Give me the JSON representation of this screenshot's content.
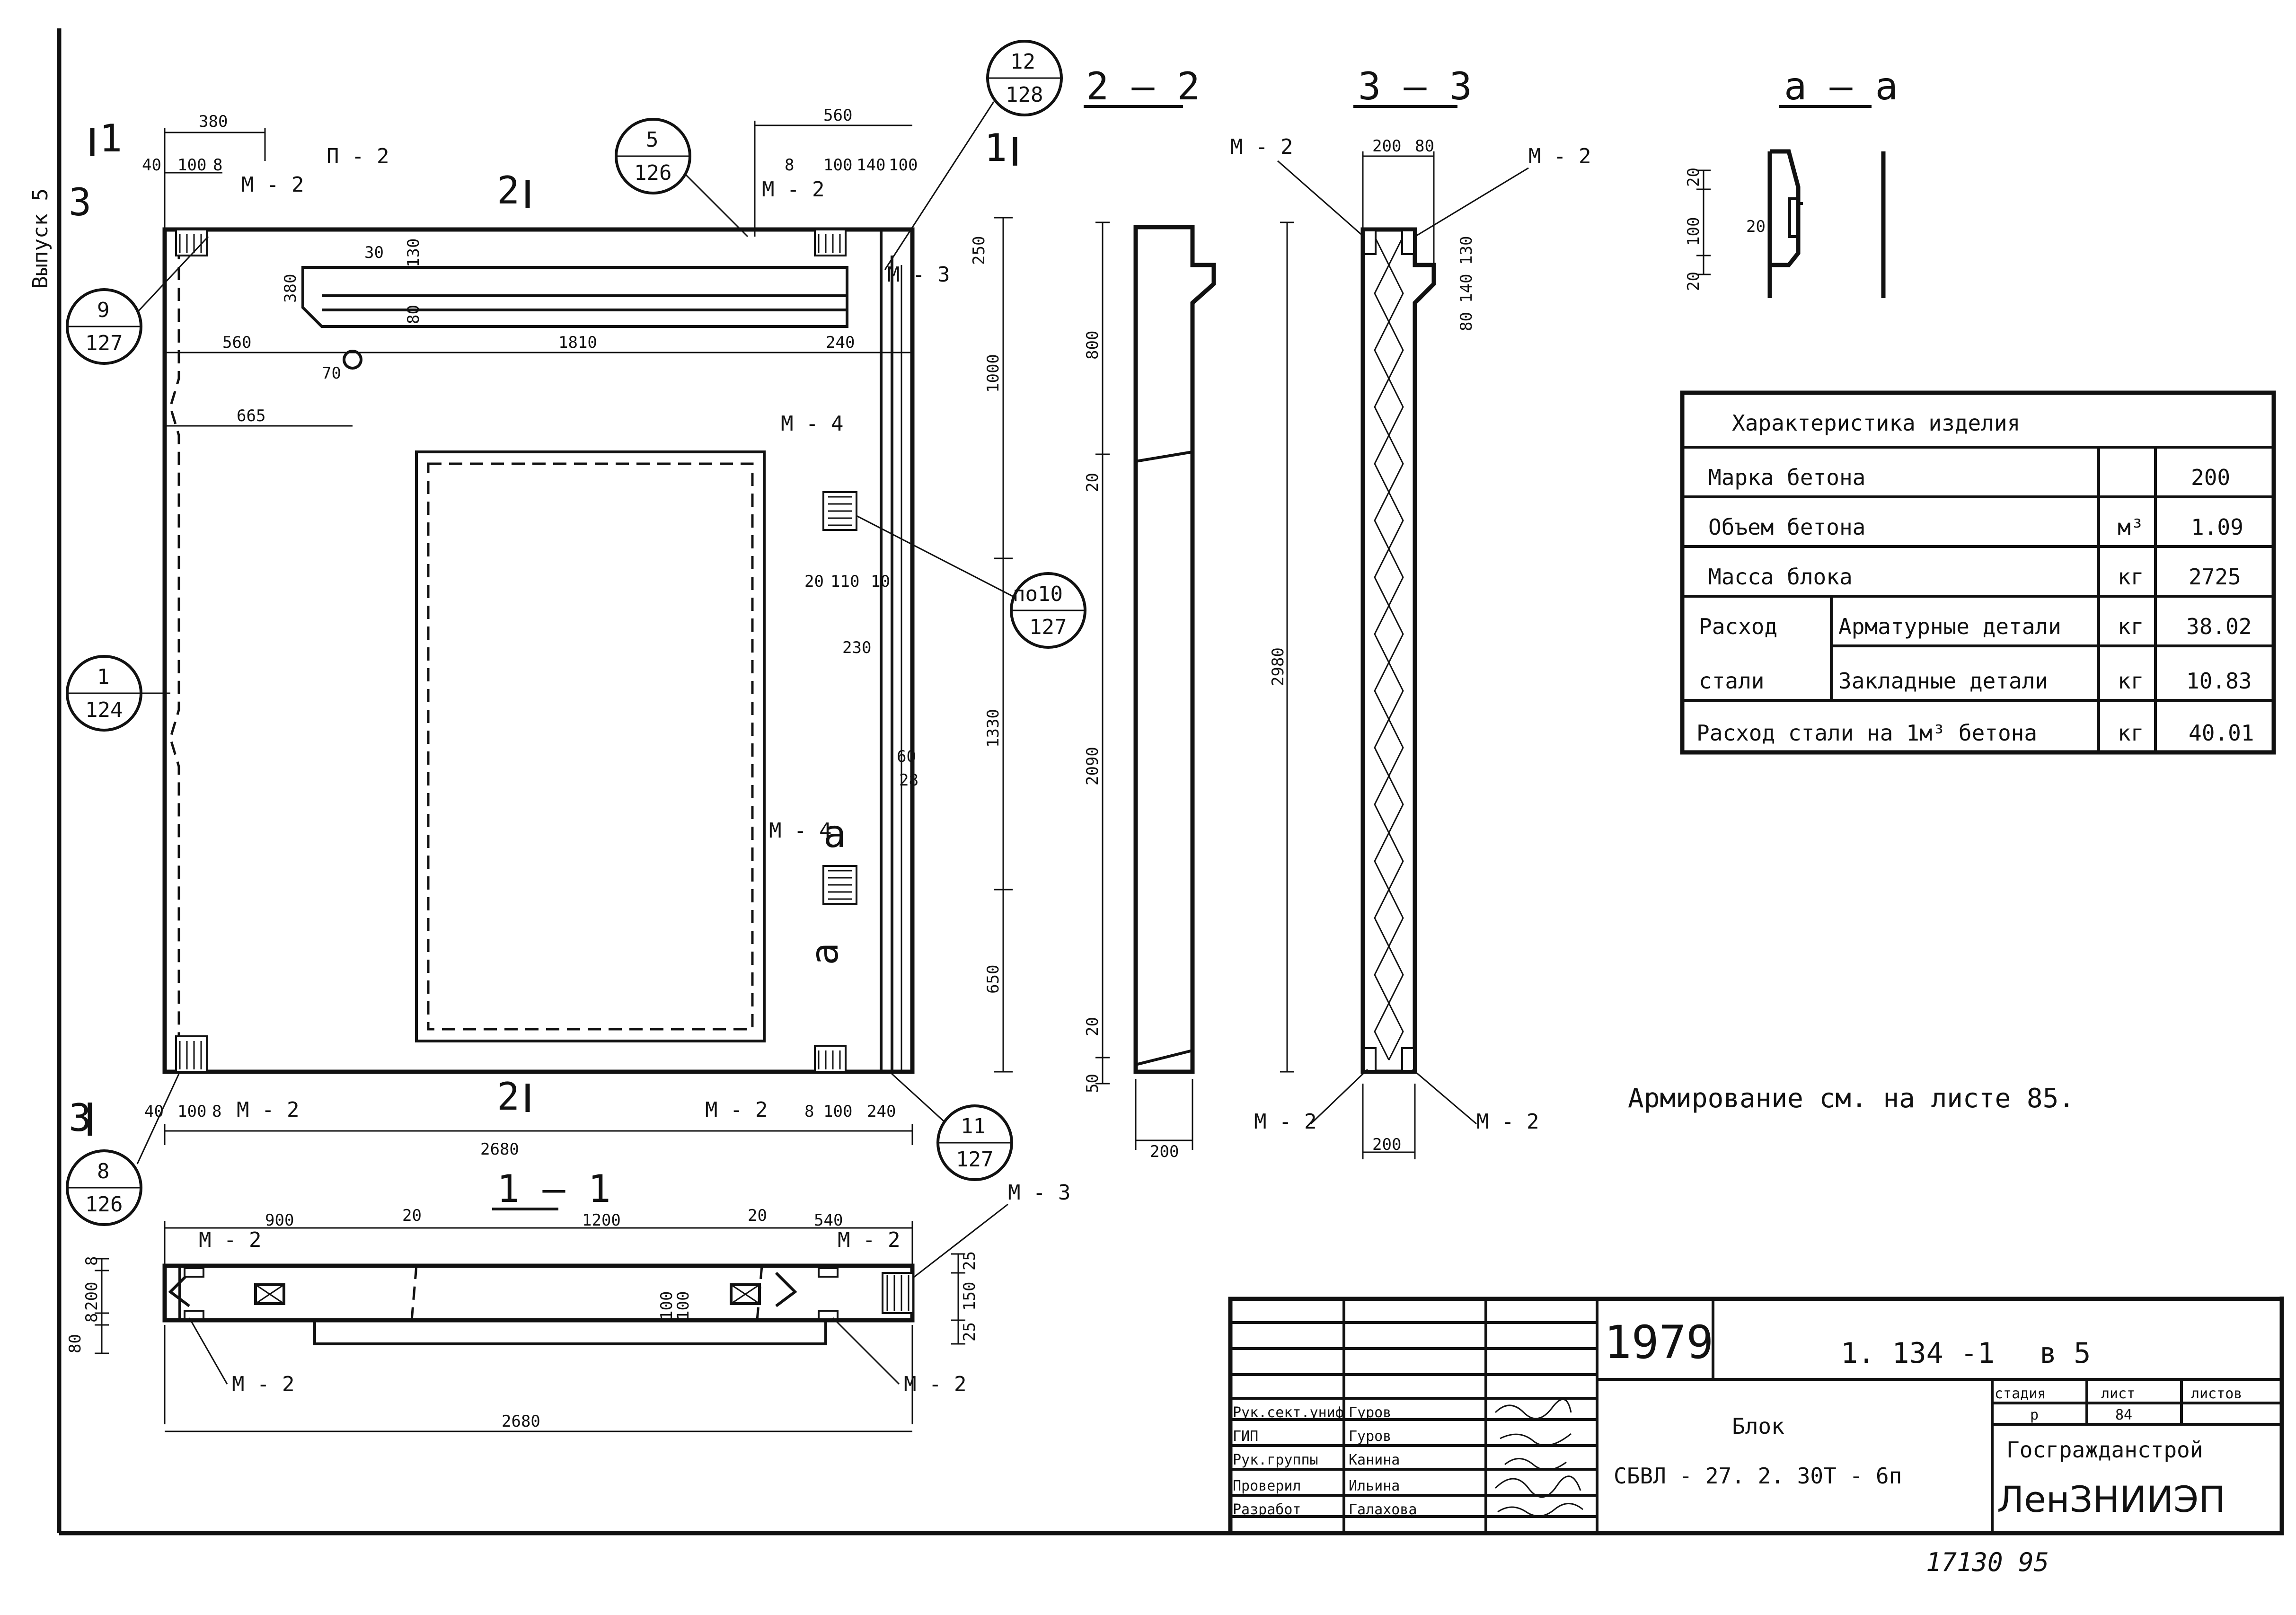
{
  "margin_label": "Выпуск 5",
  "sections": {
    "s2": "2 — 2",
    "s3": "3 — 3",
    "aa": "а — а",
    "s11": "1 — 1"
  },
  "cut_marks": {
    "one": "1",
    "two": "2",
    "three": "3",
    "a": "а"
  },
  "callouts": [
    {
      "top": "9",
      "bottom": "127"
    },
    {
      "top": "5",
      "bottom": "126"
    },
    {
      "top": "12",
      "bottom": "128"
    },
    {
      "top": "1",
      "bottom": "124"
    },
    {
      "top": "по10",
      "bottom": "127"
    },
    {
      "top": "8",
      "bottom": "126"
    },
    {
      "top": "11",
      "bottom": "127"
    }
  ],
  "marks": {
    "m2": "М - 2",
    "m3": "М - 3",
    "m4": "М - 4",
    "p2": "П - 2"
  },
  "dims_plan": {
    "d380": "380",
    "d40": "40",
    "d100": "100",
    "d8": "8",
    "d560": "560",
    "d140": "140",
    "d130": "130",
    "d30": "30",
    "d80": "80",
    "d1810": "1810",
    "d240": "240",
    "d70": "70",
    "d665": "665",
    "d1000": "1000",
    "d1330": "1330",
    "d650": "650",
    "d2680": "2680",
    "d250": "250",
    "d20": "20",
    "d110": "110",
    "d10": "10",
    "d230": "230",
    "d60": "60",
    "d28": "28"
  },
  "dims_side": {
    "d800": "800",
    "d2090": "2090",
    "d2980": "2980",
    "d50": "50",
    "d200": "200",
    "d20": "20"
  },
  "dims_s11": {
    "d900": "900",
    "d1200": "1200",
    "d540": "540",
    "d150": "150",
    "d25": "25",
    "d2680": "2680"
  },
  "characteristics": {
    "title": "Характеристика изделия",
    "rows": [
      {
        "label": "Марка бетона",
        "unit": "",
        "value": "200"
      },
      {
        "label": "Объем бетона",
        "unit": "м³",
        "value": "1.09"
      },
      {
        "label": "Масса блока",
        "unit": "кг",
        "value": "2725"
      }
    ],
    "steel_label_1": "Расход",
    "steel_label_2": "стали",
    "steel_rows": [
      {
        "label": "Арматурные детали",
        "unit": "кг",
        "value": "38.02"
      },
      {
        "label": "Закладные детали",
        "unit": "кг",
        "value": "10.83"
      }
    ],
    "per_m3": {
      "label": "Расход стали на 1м³ бетона",
      "unit": "кг",
      "value": "40.01"
    }
  },
  "note": "Армирование см. на листе 85.",
  "title_block": {
    "year": "1979",
    "code": "1. 134 -1",
    "issue": "в 5",
    "object_name": "Блок",
    "object_mark": "СБВЛ - 27. 2. 30Т - 6п",
    "stage_label": "стадия",
    "sheet_label": "лист",
    "sheets_label": "листов",
    "stage": "р",
    "sheet": "84",
    "org1": "Госгражданстрой",
    "org2": "ЛенЗНИИЭП",
    "staff": [
      {
        "role": "Рук.сект.униф",
        "name": "Гуров"
      },
      {
        "role": "ГИП",
        "name": "Гуров"
      },
      {
        "role": "Рук.группы",
        "name": "Канина"
      },
      {
        "role": "Проверил",
        "name": "Ильина"
      },
      {
        "role": "Разработ",
        "name": "Галахова"
      }
    ]
  },
  "footer_number": "17130  95"
}
